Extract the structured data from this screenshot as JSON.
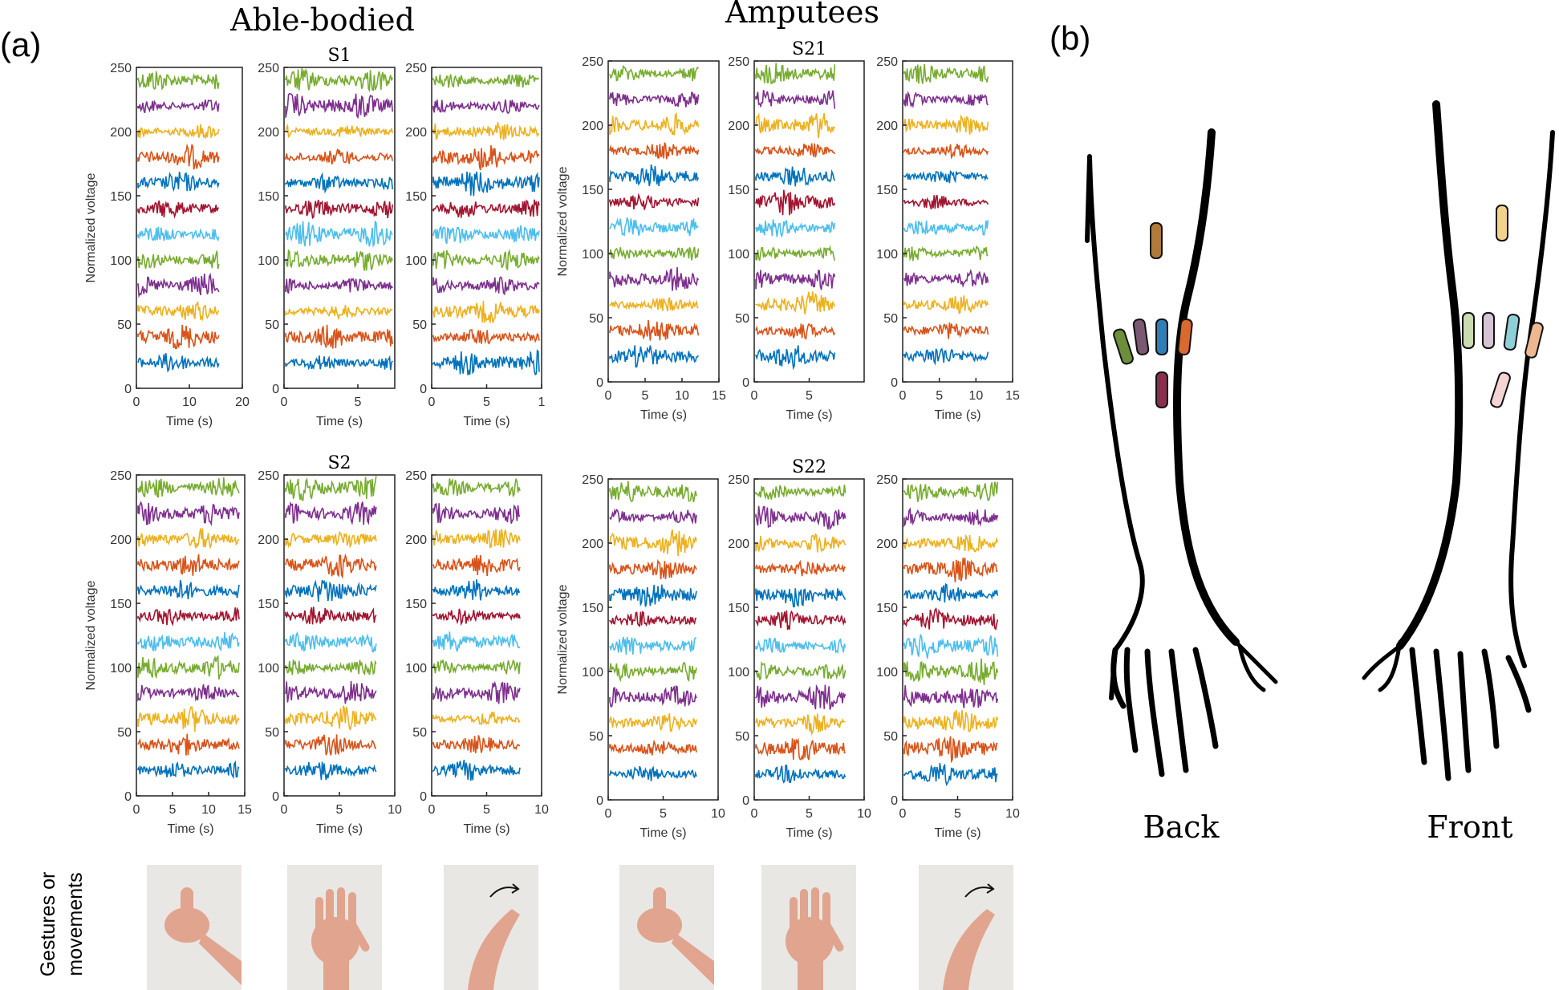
{
  "labels": {
    "panel_a": "(a)",
    "panel_b": "(b)",
    "group_able": "Able-bodied",
    "group_amp": "Amputees",
    "gestures_line1": "Gestures or",
    "gestures_line2": "movements",
    "arm_back": "Back",
    "arm_front": "Front"
  },
  "colors": {
    "channels_top_to_bottom": [
      "#77AC30",
      "#7E2F8E",
      "#EDB120",
      "#D95319",
      "#0072BD",
      "#A2142F",
      "#4DBEEE",
      "#77AC30",
      "#7E2F8E",
      "#EDB120",
      "#D95319",
      "#0072BD"
    ],
    "electrodes_back": [
      "#B07A3A",
      "#6E8F3A",
      "#7A5872",
      "#2E7FB5",
      "#D9692E",
      "#8A2E4E"
    ],
    "electrodes_front": [
      "#F2D28C",
      "#C9DDB0",
      "#D4C4D4",
      "#8FCFD8",
      "#EDB890",
      "#F5D4D4"
    ]
  },
  "gesture_icons": [
    "thumb-up-hand-photo",
    "open-palm-hand-photo",
    "finger-flexion-hand-photo",
    "thumb-up-hand-photo",
    "open-palm-hand-photo",
    "finger-flexion-hand-photo"
  ],
  "chart_data": [
    {
      "type": "line",
      "subject": "",
      "ylabel": "Normalized voltage",
      "xlabel": "Time (s)",
      "xlim": [
        0,
        20
      ],
      "xticks": [
        "0",
        "10",
        "20"
      ],
      "ylim": [
        0,
        250
      ],
      "yticks": [
        "0",
        "50",
        "100",
        "150",
        "200",
        "250"
      ],
      "channel_offsets": [
        240,
        220,
        200,
        180,
        160,
        140,
        120,
        100,
        80,
        60,
        40,
        20
      ],
      "signal_end": 16
    },
    {
      "type": "line",
      "subject": "S1",
      "ylabel": "",
      "xlabel": "Time (s)",
      "xlim": [
        0,
        7.5
      ],
      "xticks": [
        "0",
        "5"
      ],
      "ylim": [
        0,
        250
      ],
      "yticks": [
        "0",
        "50",
        "100",
        "150",
        "200",
        "250"
      ],
      "channel_offsets": [
        240,
        220,
        200,
        180,
        160,
        140,
        120,
        100,
        80,
        60,
        40,
        20
      ],
      "signal_end": 7.5
    },
    {
      "type": "line",
      "subject": "",
      "ylabel": "",
      "xlabel": "Time (s)",
      "xlim": [
        0,
        10
      ],
      "xticks": [
        "0",
        "5",
        "1"
      ],
      "ylim": [
        0,
        250
      ],
      "yticks": [
        "0",
        "50",
        "100",
        "150",
        "200",
        "250"
      ],
      "channel_offsets": [
        240,
        220,
        200,
        180,
        160,
        140,
        120,
        100,
        80,
        60,
        40,
        20
      ],
      "signal_end": 10
    },
    {
      "type": "line",
      "subject": "",
      "ylabel": "Normalized voltage",
      "xlabel": "Time (s)",
      "xlim": [
        0,
        15
      ],
      "xticks": [
        "0",
        "5",
        "10",
        "15"
      ],
      "ylim": [
        0,
        250
      ],
      "yticks": [
        "0",
        "50",
        "100",
        "150",
        "200",
        "250"
      ],
      "channel_offsets": [
        240,
        220,
        200,
        180,
        160,
        140,
        120,
        100,
        80,
        60,
        40,
        20
      ],
      "signal_end": 12.5
    },
    {
      "type": "line",
      "subject": "S21",
      "ylabel": "",
      "xlabel": "Time (s)",
      "xlim": [
        0,
        10
      ],
      "xticks": [
        "0",
        "5"
      ],
      "ylim": [
        0,
        250
      ],
      "yticks": [
        "0",
        "50",
        "100",
        "150",
        "200",
        "250"
      ],
      "channel_offsets": [
        240,
        220,
        200,
        180,
        160,
        140,
        120,
        100,
        80,
        60,
        40,
        20
      ],
      "signal_end": 7.5
    },
    {
      "type": "line",
      "subject": "",
      "ylabel": "",
      "xlabel": "Time (s)",
      "xlim": [
        0,
        15
      ],
      "xticks": [
        "0",
        "5",
        "10",
        "15"
      ],
      "ylim": [
        0,
        250
      ],
      "yticks": [
        "0",
        "50",
        "100",
        "150",
        "200",
        "250"
      ],
      "channel_offsets": [
        240,
        220,
        200,
        180,
        160,
        140,
        120,
        100,
        80,
        60,
        40,
        20
      ],
      "signal_end": 12
    },
    {
      "type": "line",
      "subject": "",
      "ylabel": "Normalized voltage",
      "xlabel": "Time (s)",
      "xlim": [
        0,
        15
      ],
      "xticks": [
        "0",
        "5",
        "10",
        "15"
      ],
      "ylim": [
        0,
        250
      ],
      "yticks": [
        "0",
        "50",
        "100",
        "150",
        "200",
        "250"
      ],
      "channel_offsets": [
        240,
        220,
        200,
        180,
        160,
        140,
        120,
        100,
        80,
        60,
        40,
        20
      ],
      "signal_end": 14.5
    },
    {
      "type": "line",
      "subject": "S2",
      "ylabel": "",
      "xlabel": "Time (s)",
      "xlim": [
        0,
        10
      ],
      "xticks": [
        "0",
        "5",
        "10"
      ],
      "ylim": [
        0,
        250
      ],
      "yticks": [
        "0",
        "50",
        "100",
        "150",
        "200",
        "250"
      ],
      "channel_offsets": [
        240,
        220,
        200,
        180,
        160,
        140,
        120,
        100,
        80,
        60,
        40,
        20
      ],
      "signal_end": 8.5
    },
    {
      "type": "line",
      "subject": "",
      "ylabel": "",
      "xlabel": "Time (s)",
      "xlim": [
        0,
        10
      ],
      "xticks": [
        "0",
        "5",
        "10"
      ],
      "ylim": [
        0,
        250
      ],
      "yticks": [
        "0",
        "50",
        "100",
        "150",
        "200",
        "250"
      ],
      "channel_offsets": [
        240,
        220,
        200,
        180,
        160,
        140,
        120,
        100,
        80,
        60,
        40,
        20
      ],
      "signal_end": 8.2
    },
    {
      "type": "line",
      "subject": "",
      "ylabel": "Normalized voltage",
      "xlabel": "Time (s)",
      "xlim": [
        0,
        10
      ],
      "xticks": [
        "0",
        "5",
        "10"
      ],
      "ylim": [
        0,
        250
      ],
      "yticks": [
        "0",
        "50",
        "100",
        "150",
        "200",
        "250"
      ],
      "channel_offsets": [
        240,
        220,
        200,
        180,
        160,
        140,
        120,
        100,
        80,
        60,
        40,
        20
      ],
      "signal_end": 8.2
    },
    {
      "type": "line",
      "subject": "S22",
      "ylabel": "",
      "xlabel": "Time (s)",
      "xlim": [
        0,
        10
      ],
      "xticks": [
        "0",
        "5",
        "10"
      ],
      "ylim": [
        0,
        250
      ],
      "yticks": [
        "0",
        "50",
        "100",
        "150",
        "200",
        "250"
      ],
      "channel_offsets": [
        240,
        220,
        200,
        180,
        160,
        140,
        120,
        100,
        80,
        60,
        40,
        20
      ],
      "signal_end": 8.5
    },
    {
      "type": "line",
      "subject": "",
      "ylabel": "",
      "xlabel": "Time (s)",
      "xlim": [
        0,
        10
      ],
      "xticks": [
        "0",
        "5",
        "10"
      ],
      "ylim": [
        0,
        250
      ],
      "yticks": [
        "0",
        "50",
        "100",
        "150",
        "200",
        "250"
      ],
      "channel_offsets": [
        240,
        220,
        200,
        180,
        160,
        140,
        120,
        100,
        80,
        60,
        40,
        20
      ],
      "signal_end": 8.8
    }
  ]
}
